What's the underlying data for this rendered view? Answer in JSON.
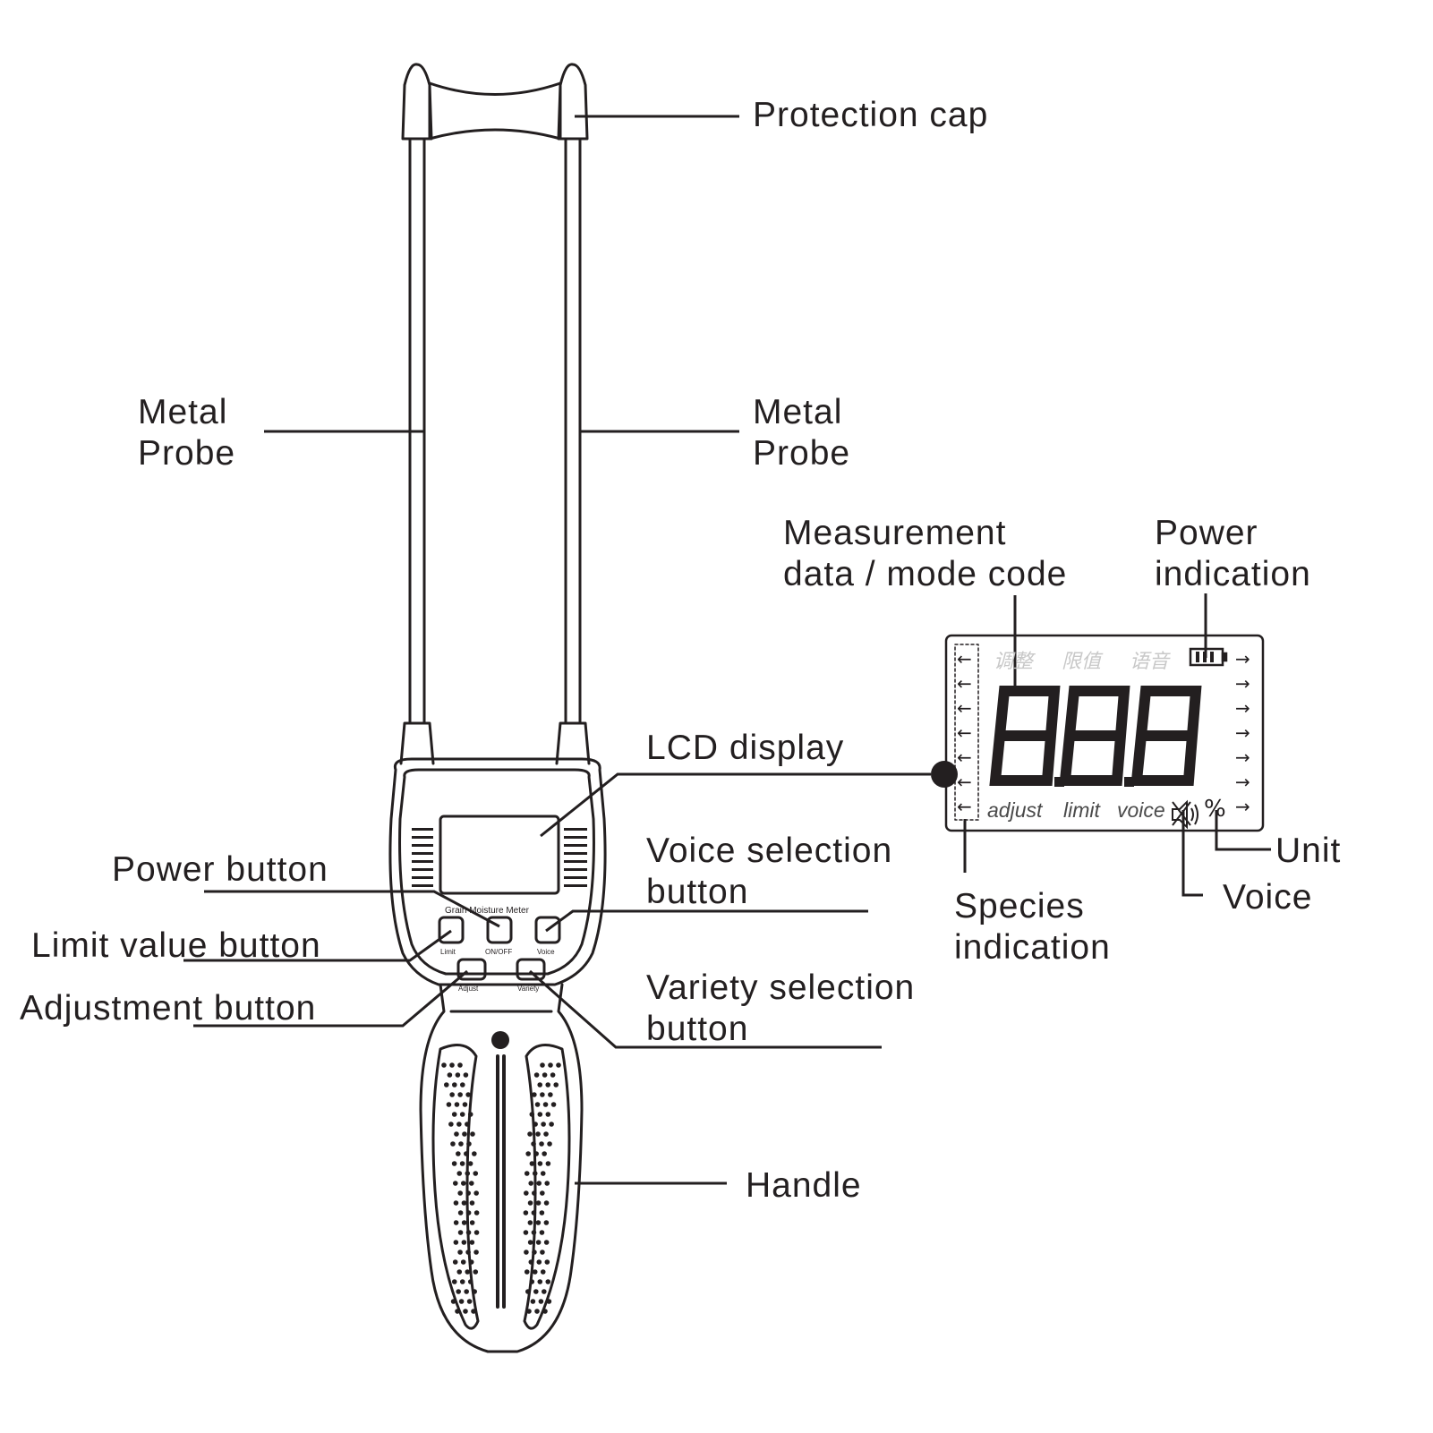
{
  "labels": {
    "protection_cap": "Protection cap",
    "metal_probe_left": [
      "Metal",
      "Probe"
    ],
    "metal_probe_right": [
      "Metal",
      "Probe"
    ],
    "measurement_data": [
      "Measurement",
      "data / mode code"
    ],
    "power_indication": [
      "Power",
      "indication"
    ],
    "lcd_display": "LCD display",
    "power_button": "Power button",
    "voice_selection_button": [
      "Voice selection",
      "button"
    ],
    "limit_value_button": "Limit value button",
    "adjustment_button": "Adjustment button",
    "variety_selection_button": [
      "Variety selection",
      "button"
    ],
    "unit": "Unit",
    "voice": "Voice",
    "species_indication": [
      "Species",
      "indication"
    ],
    "handle": "Handle"
  },
  "lcd": {
    "digits": "8.8.8",
    "chinese_top": [
      "调整",
      "限值",
      "语音"
    ],
    "bottom": [
      "adjust",
      "limit",
      "voice"
    ],
    "unit_symbol": "%",
    "arrow_left": "←",
    "arrow_right": "→"
  },
  "device": {
    "title": "Grain Moisture Meter",
    "btn_limit": "Limit",
    "btn_onoff": "ON/OFF",
    "btn_voice": "Voice",
    "btn_adjust": "Adjust",
    "btn_variety": "Variety"
  },
  "icons": [
    "battery-icon",
    "speaker-muted-icon",
    "arrow-left-icon",
    "arrow-right-icon"
  ],
  "colors": {
    "ink": "#231f20",
    "background": "#ffffff"
  }
}
